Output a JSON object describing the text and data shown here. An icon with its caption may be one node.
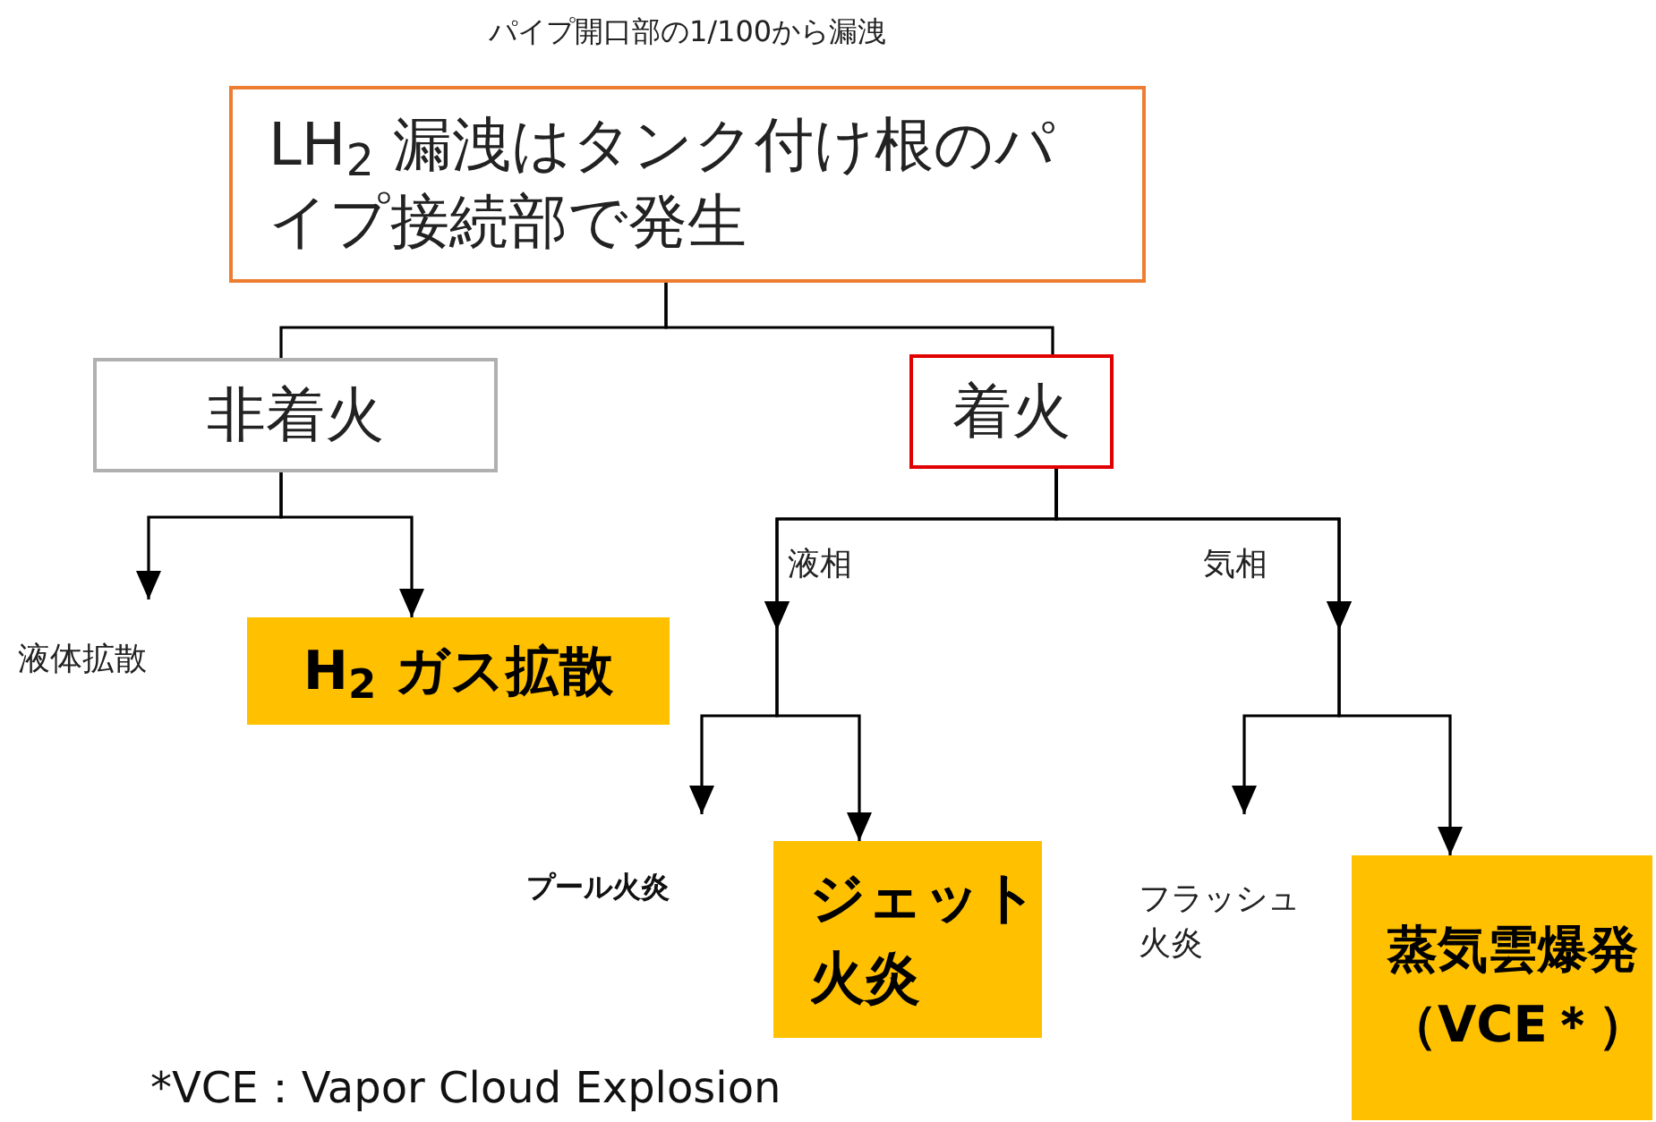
{
  "diagram": {
    "nodes": [
      {
        "text": [
          "LH$_{2}$ 漏洩はタンク付け根のパイプ接続部で発生"
        ],
        "beside": [
          "パイプ開口部の1/100から漏洩"
        ]
      },
      {
        "text": [
          "非着火"
        ]
      },
      {
        "text": [
          "着火"
        ]
      },
      {
        "text": [
          "液体拡散"
        ]
      },
      {
        "text": [
          "H$_{2}$ ガス拡散"
        ]
      },
      {
        "text": [
          "プール火炎"
        ]
      },
      {
        "text": [
          "ジェット火炎"
        ]
      },
      {
        "text": [
          "フラッシュ火炎"
        ]
      },
      {
        "text": [
          "蒸気雲爆発（VCE＊）"
        ]
      }
    ],
    "edges": [
      {
        "from": 0,
        "to": 1,
        "arrow": "none"
      },
      {
        "from": 0,
        "to": 2,
        "arrow": "none"
      },
      {
        "from": 1,
        "to": 3,
        "arrow": "to"
      },
      {
        "from": 1,
        "to": 4,
        "arrow": "to"
      },
      {
        "from": 2,
        "to": 5,
        "arrow": "to"
      },
      {
        "from": 2,
        "to": 6,
        "arrow": "to"
      },
      {
        "from": 2,
        "to": 7,
        "arrow": "to"
      },
      {
        "from": 2,
        "to": 8,
        "arrow": "to"
      }
    ],
    "labels": [
      "液相",
      "気相",
      "*VCE：Vapor Cloud Explosion"
    ]
  }
}
